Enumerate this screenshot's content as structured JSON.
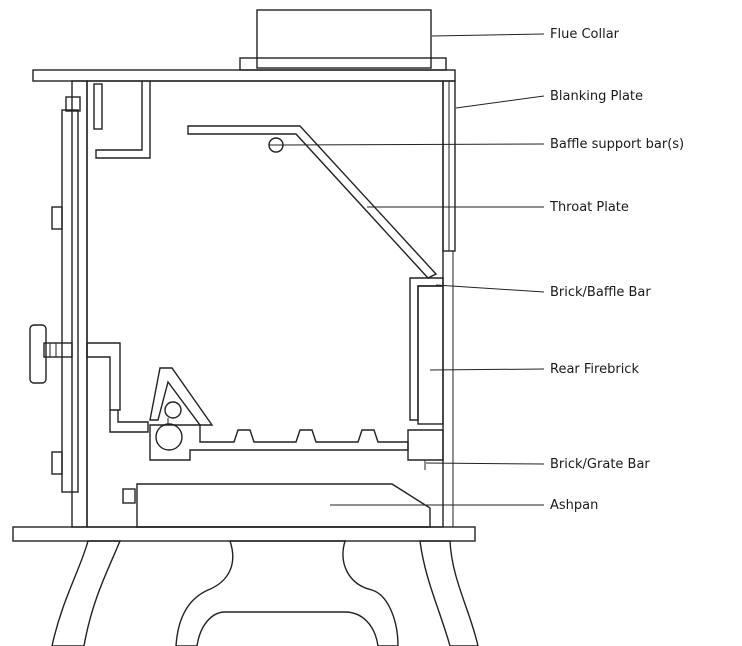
{
  "labels": {
    "flue_collar": "Flue Collar",
    "blanking_plate": "Blanking Plate",
    "baffle_support_bar": "Baffle support bar(s)",
    "throat_plate": "Throat Plate",
    "brick_baffle_bar": "Brick/Baffle Bar",
    "rear_firebrick": "Rear Firebrick",
    "brick_grate_bar": "Brick/Grate Bar",
    "ashpan": "Ashpan"
  },
  "colors": {
    "body_fill": "#e3e3e3",
    "line": "#222222",
    "background": "#ffffff"
  }
}
